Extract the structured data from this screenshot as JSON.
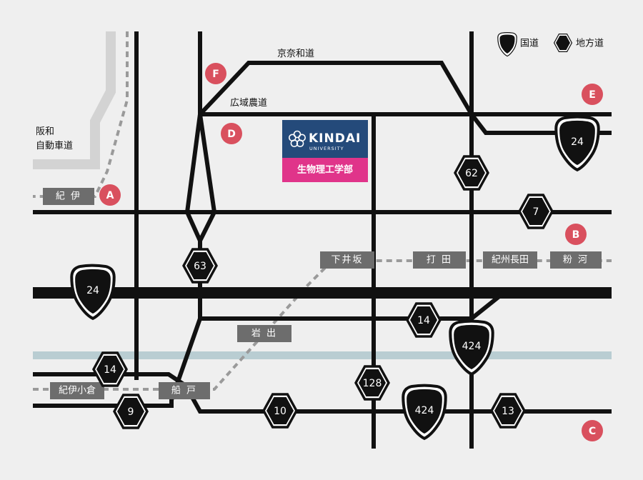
{
  "legend": {
    "national_route": "国道",
    "prefectural_route": "地方道"
  },
  "labels": {
    "expressway": [
      "阪和",
      "自動車道"
    ],
    "keina_road": "京奈和道",
    "farm_road": "広域農道"
  },
  "stations": {
    "kii": "紀 伊",
    "shimoisaka": "下井坂",
    "uchita": "打 田",
    "kishu_nagata": "紀州長田",
    "kokawa": "粉 河",
    "iwade": "岩 出",
    "kii_ogura": "紀伊小倉",
    "funado": "船 戸"
  },
  "national_routes": {
    "r24_east": "24",
    "r24_west": "24",
    "r424_north": "424",
    "r424_south": "424"
  },
  "prefectural_routes": {
    "r62": "62",
    "r7": "7",
    "r63": "63",
    "r14_east": "14",
    "r14_west": "14",
    "r128": "128",
    "r9": "9",
    "r10": "10",
    "r13": "13"
  },
  "markers": {
    "a": "A",
    "b": "B",
    "c": "C",
    "d": "D",
    "e": "E",
    "f": "F"
  },
  "logo": {
    "name": "KINDAI",
    "sub": "UNIVERSITY",
    "faculty": "生物理工学部"
  },
  "colors": {
    "background": "#efefef",
    "road": "#111111",
    "river": "#b9cdd2",
    "expressway": "#d3d3d3",
    "marker": "#d9505e",
    "station": "#6d6d6d",
    "logo_top": "#244a7a",
    "logo_bottom": "#e0348a"
  }
}
